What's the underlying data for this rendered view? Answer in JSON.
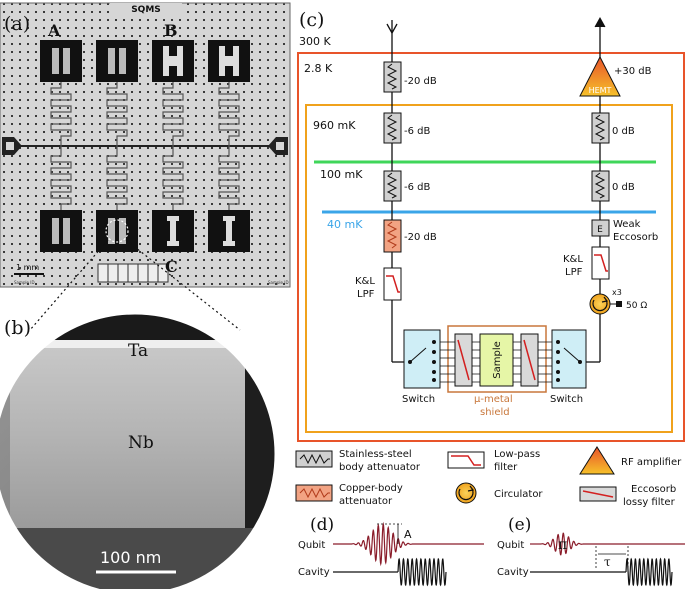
{
  "panel_a": {
    "label": "(a)",
    "logo_text": "SQMS",
    "device_labels": {
      "a": "A",
      "b": "B",
      "c": "C"
    },
    "scalebar": "1 mm",
    "footer_left": "Sample ID",
    "footer_right": "Sample ID"
  },
  "panel_b": {
    "label": "(b)",
    "ta_label": "Ta",
    "nb_label": "Nb",
    "scalebar": "100 nm"
  },
  "panel_c": {
    "label": "(c)",
    "temps": {
      "t300": "300 K",
      "t2_8": "2.8 K",
      "t960": "960 mK",
      "t100": "100 mK",
      "t40": "40 mK"
    },
    "input_line": {
      "att1": "-20 dB",
      "att2": "-6 dB",
      "att3": "-6 dB",
      "att4": "-20 dB",
      "lpf": [
        "K&L",
        "LPF"
      ]
    },
    "output_line": {
      "amp_gain": "+30 dB",
      "hemt": "HEMT",
      "att1": "0 dB",
      "att2": "0 dB",
      "eccosorb": [
        "Weak",
        "Eccosorb"
      ],
      "lpf": [
        "K&L",
        "LPF"
      ],
      "circ_mult": "x3",
      "termination": "50 Ω",
      "eccosorb_glyph": "E"
    },
    "sample": "Sample",
    "switch_left": "Switch",
    "switch_right": "Switch",
    "shield": [
      "μ-metal",
      "shield"
    ],
    "colors": {
      "room": "#e8542a",
      "k2_8": "#f0a21c",
      "mk100": "#3fd65a",
      "mk40": "#3aa5e8",
      "temp_40_text": "#3aa5e8",
      "copper": "#f2a383",
      "switch_fill": "#cfeef6",
      "sample_fill": "#e6f6a7",
      "shield": "#c8773b",
      "lossy": "#d9d9d9"
    }
  },
  "legend": {
    "stainless": [
      "Stainless-steel",
      "body attenuator"
    ],
    "copper": [
      "Copper-body",
      "attenuator"
    ],
    "lpf": [
      "Low-pass",
      "filter"
    ],
    "circulator": "Circulator",
    "rf_amp": "RF amplifier",
    "eccosorb": [
      "Eccosorb",
      "lossy filter"
    ]
  },
  "panel_d": {
    "label": "(d)",
    "qubit": "Qubit",
    "cavity": "Cavity",
    "amp_label": "A"
  },
  "panel_e": {
    "label": "(e)",
    "qubit": "Qubit",
    "cavity": "Cavity",
    "pi": "π",
    "tau": "τ"
  }
}
